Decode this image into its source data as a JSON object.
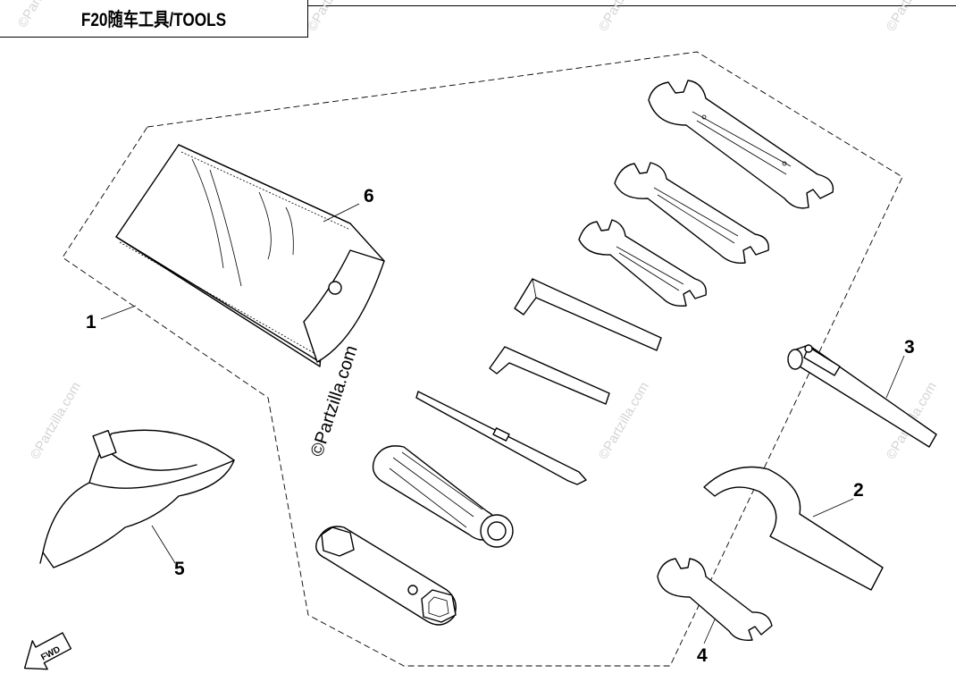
{
  "title": "F20随车工具/TOOLS",
  "watermark": "©Partzilla.com",
  "fwd_label": "FWD",
  "callouts": {
    "c1": "1",
    "c2": "2",
    "c3": "3",
    "c4": "4",
    "c5": "5",
    "c6": "6"
  }
}
